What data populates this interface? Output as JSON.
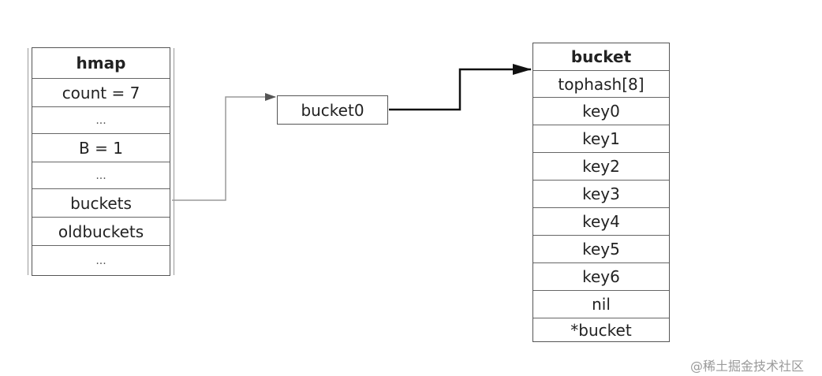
{
  "hmap": {
    "title": "hmap",
    "rows": [
      "count = 7",
      "...",
      "B = 1",
      "...",
      "buckets",
      "oldbuckets",
      "..."
    ]
  },
  "bucket0": {
    "label": "bucket0"
  },
  "bucket": {
    "title": "bucket",
    "rows": [
      "tophash[8]",
      "key0",
      "key1",
      "key2",
      "key3",
      "key4",
      "key5",
      "key6",
      "nil",
      "*bucket"
    ]
  },
  "watermark": "@稀土掘金技术社区"
}
